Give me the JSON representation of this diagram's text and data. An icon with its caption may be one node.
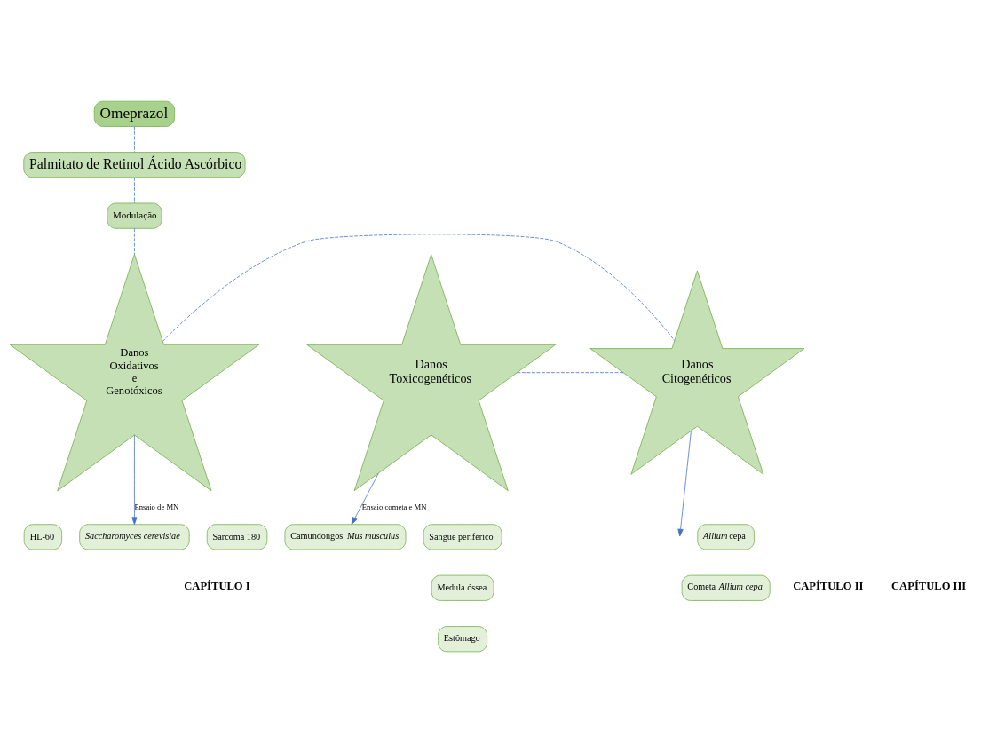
{
  "diagram": {
    "nodes": [
      {
        "text": [
          "Omeprazol"
        ]
      },
      {
        "text": [
          "Palmitato de Retinol Ácido Ascórbico"
        ]
      },
      {
        "text": [
          "Modulação"
        ]
      },
      {
        "text": [
          "Danos Oxidativos e Genotóxicos"
        ]
      },
      {
        "text": [
          "Danos Citogenéticos"
        ]
      },
      {
        "text": [
          "Danos Toxicogenéticos"
        ]
      },
      {
        "text": [
          "Sarcoma 180"
        ]
      },
      {
        "text": [
          "HL-60"
        ]
      },
      {
        "text": [
          "Saccharomyces cerevisiae"
        ]
      },
      {
        "text": [
          "*Allium* cepa"
        ]
      },
      {
        "text": [
          "Cometa *Allium cepa*"
        ]
      },
      {
        "text": [
          "Sangue periférico"
        ]
      },
      {
        "text": [
          "Medula óssea"
        ]
      },
      {
        "text": [
          "Estômago"
        ]
      },
      {
        "text": [
          "Camundongos *Mus musculus*"
        ]
      }
    ],
    "edges": [
      {
        "from": 0,
        "to": 1,
        "arrow": "none",
        "style": "dashed"
      },
      {
        "from": 1,
        "to": 2,
        "arrow": "none",
        "style": "dashed"
      },
      {
        "from": 2,
        "to": 3,
        "arrow": "none",
        "style": "dashed"
      },
      {
        "from": 3,
        "to": 4,
        "arrow": "none",
        "style": "dashed"
      },
      {
        "from": 4,
        "to": 5,
        "arrow": "none",
        "style": "dashed"
      },
      {
        "from": 3,
        "to": 8,
        "arrow": "to",
        "label": "Ensaio de MN"
      },
      {
        "from": 4,
        "to": null,
        "arrow": "to"
      },
      {
        "from": 5,
        "to": 14,
        "arrow": "to",
        "label": "Ensaio cometa e MN"
      }
    ],
    "labels": [
      "CAPÍTULO I",
      "CAPÍTULO II",
      "CAPÍTULO III"
    ]
  }
}
